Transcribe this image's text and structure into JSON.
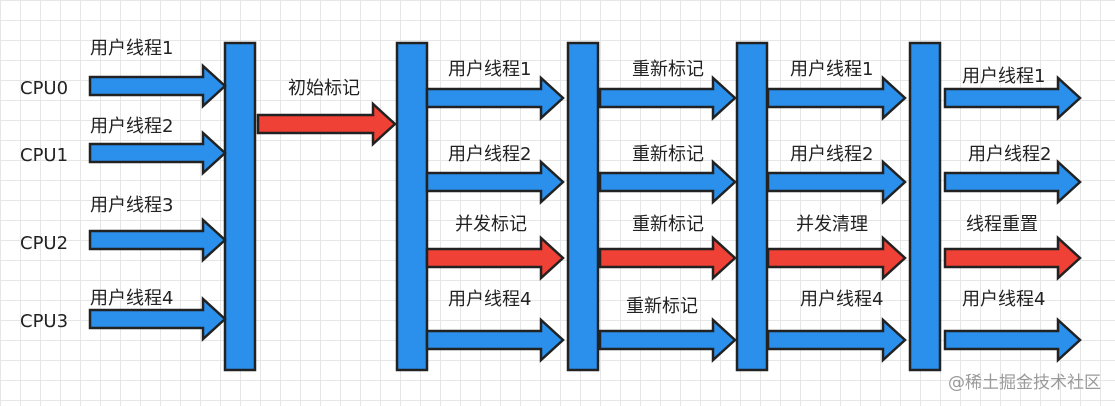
{
  "colors": {
    "blue": "#2b90ec",
    "red": "#ef4136",
    "stroke": "#222222"
  },
  "cpus": [
    "CPU0",
    "CPU1",
    "CPU2",
    "CPU3"
  ],
  "phase0": {
    "labels": [
      "用户线程1",
      "用户线程2",
      "用户线程3",
      "用户线程4"
    ],
    "arrow_color": "blue"
  },
  "transition": {
    "label": "初始标记",
    "arrow_color": "red"
  },
  "phase1": {
    "labels": [
      "用户线程1",
      "用户线程2",
      "并发标记",
      "用户线程4"
    ],
    "arrow_colors": [
      "blue",
      "blue",
      "red",
      "blue"
    ]
  },
  "phase2": {
    "labels": [
      "重新标记",
      "重新标记",
      "重新标记",
      "重新标记"
    ],
    "arrow_colors": [
      "blue",
      "blue",
      "red",
      "blue"
    ]
  },
  "phase3": {
    "labels": [
      "用户线程1",
      "用户线程2",
      "并发清理",
      "用户线程4"
    ],
    "arrow_colors": [
      "blue",
      "blue",
      "red",
      "blue"
    ]
  },
  "phase4": {
    "labels": [
      "用户线程1",
      "用户线程2",
      "线程重置",
      "用户线程4"
    ],
    "arrow_colors": [
      "blue",
      "blue",
      "red",
      "blue"
    ]
  },
  "watermark": "@稀土掘金技术社区"
}
